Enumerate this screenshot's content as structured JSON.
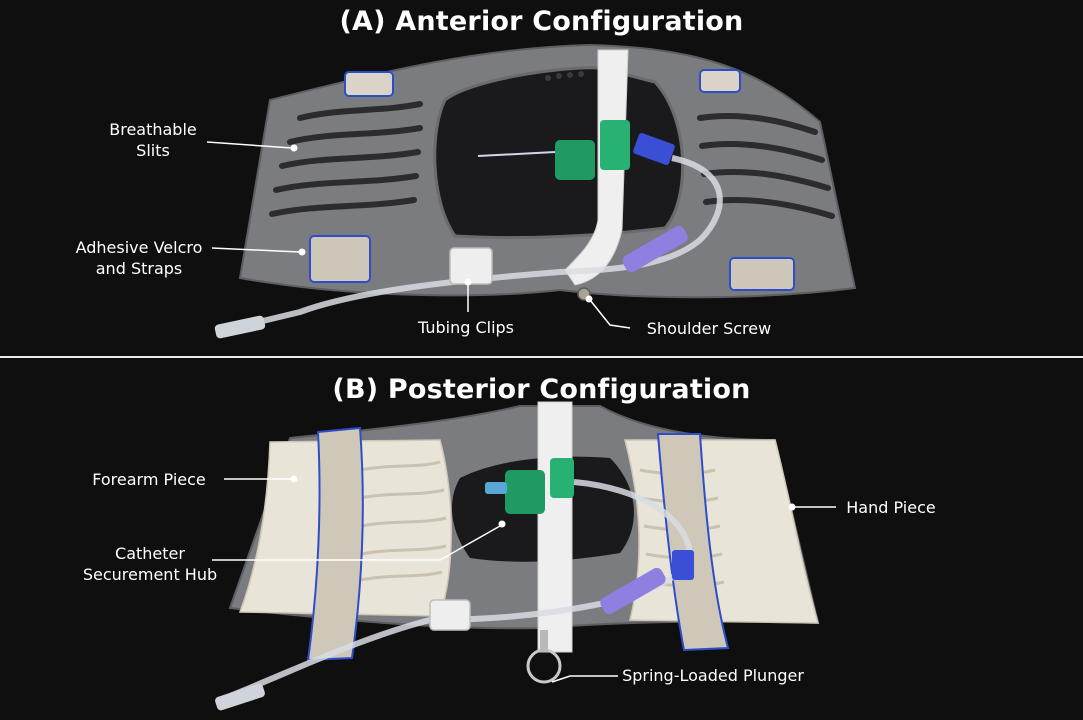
{
  "panel_a": {
    "title": "(A) Anterior Configuration",
    "labels": {
      "breathable_slits": [
        "Breathable",
        "Slits"
      ],
      "adhesive_velcro": [
        "Adhesive Velcro",
        "and Straps"
      ],
      "tubing_clips": "Tubing Clips",
      "shoulder_screw": "Shoulder Screw"
    }
  },
  "panel_b": {
    "title": "(B) Posterior Configuration",
    "labels": {
      "forearm_piece": "Forearm Piece",
      "catheter_hub": [
        "Catheter",
        "Securement Hub"
      ],
      "hand_piece": "Hand Piece",
      "spring_plunger": "Spring-Loaded Plunger"
    }
  },
  "colors": {
    "background": "#0f0f10",
    "splint_gray": "#7b7c7f",
    "foam_white": "#e9e4d8",
    "hub_green": "#1f9a63",
    "connector_blue": "#3b4fd6",
    "velcro_blue": "#2d4ec8"
  }
}
